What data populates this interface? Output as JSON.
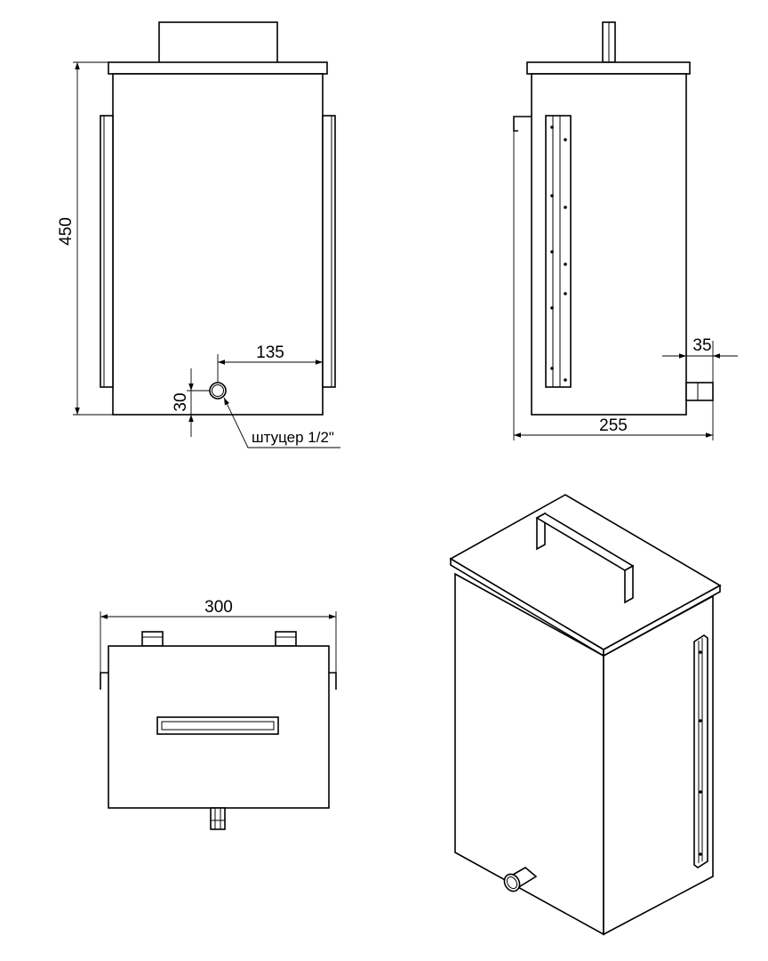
{
  "dimensions": {
    "height": "450",
    "handle_offset": "135",
    "nozzle_height": "30",
    "nozzle_label": "штуцер 1/2\"",
    "nozzle_length": "35",
    "depth": "255",
    "width": "300"
  },
  "colors": {
    "line": "#000000",
    "background": "#ffffff"
  }
}
